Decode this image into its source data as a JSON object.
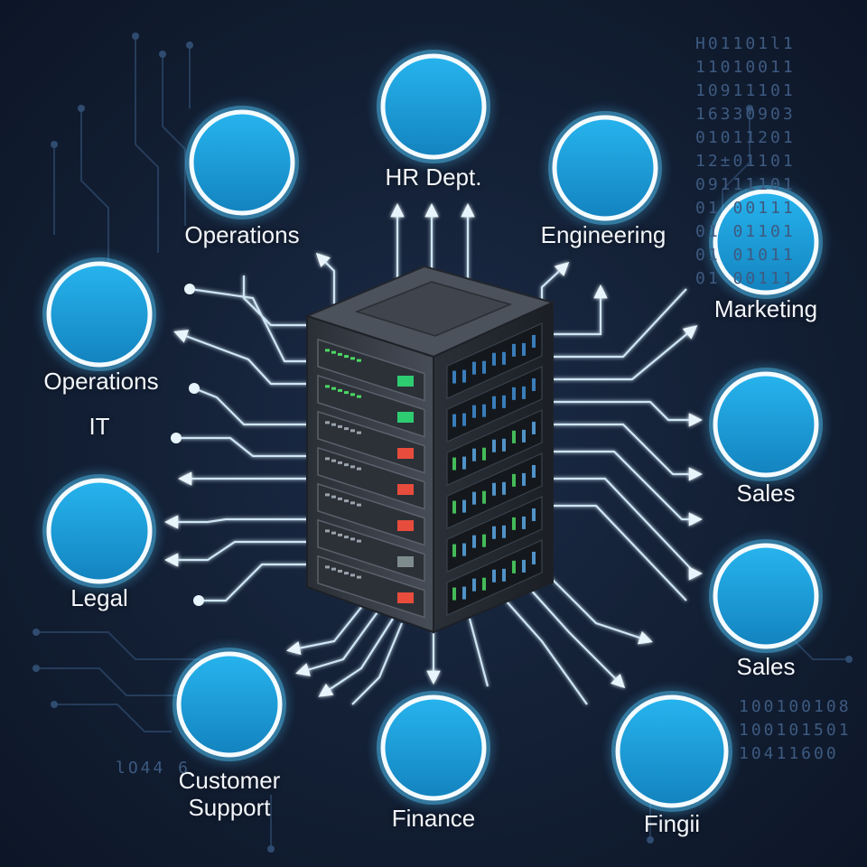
{
  "colors": {
    "background": "#142137",
    "avatar_fill": "#1c9cd8",
    "glow": "#4fc3f7",
    "line": "#cfe6f5",
    "server_body": "#3a3f48"
  },
  "server": {
    "name": "server-rack-icon"
  },
  "departments": [
    {
      "id": "hr",
      "label": "HR Dept.",
      "avatar": "person-male-icon"
    },
    {
      "id": "engineering",
      "label": "Engineering",
      "avatar": "person-female-icon"
    },
    {
      "id": "marketing",
      "label": "Marketing",
      "avatar": "person-male-icon"
    },
    {
      "id": "sales-1",
      "label": "Sales",
      "avatar": "person-female-icon"
    },
    {
      "id": "sales-2",
      "label": "Sales",
      "avatar": "person-male-icon"
    },
    {
      "id": "fingii",
      "label": "Fingii",
      "avatar": "person-male-icon"
    },
    {
      "id": "finance",
      "label": "Finance",
      "avatar": "person-male-icon"
    },
    {
      "id": "customer-support",
      "label": "Customer\nSupport",
      "avatar": "person-male-icon"
    },
    {
      "id": "legal",
      "label": "Legal",
      "avatar": "person-male-icon"
    },
    {
      "id": "operations-left",
      "label": "Operations",
      "avatar": "person-male-icon"
    },
    {
      "id": "operations-top",
      "label": "Operations",
      "avatar": "person-male-icon"
    }
  ],
  "extra_labels": [
    {
      "id": "it",
      "label": "IT"
    }
  ],
  "binary_blocks": [
    {
      "id": "top-right",
      "text": "H01101l1\n11010011\n10911101\n16330903\n01011201\n12±01101\n09111101\n01 00111\n01 01101\n01 01011\n01 00111"
    },
    {
      "id": "bottom-right",
      "text": "100100108\n100101501\n10411600"
    },
    {
      "id": "bottom-left",
      "text": "lO44 6"
    }
  ]
}
